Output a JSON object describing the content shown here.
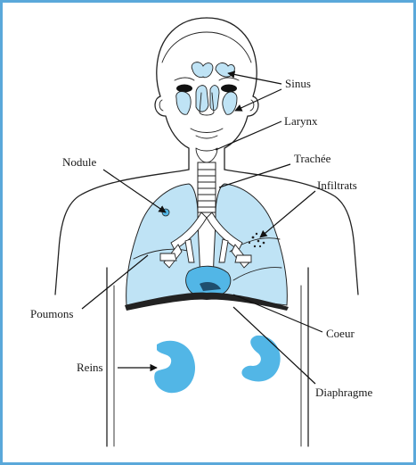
{
  "colors": {
    "frame": "#5aa8da",
    "organ_fill": "#bfe3f5",
    "organ_deep": "#52b6e6",
    "outline": "#222222"
  },
  "labels": {
    "sinus": "Sinus",
    "larynx": "Larynx",
    "trachee": "Trachée",
    "nodule": "Nodule",
    "infiltrats": "Infiltrats",
    "poumons": "Poumons",
    "coeur": "Coeur",
    "reins": "Reins",
    "diaphragme": "Diaphragme"
  }
}
